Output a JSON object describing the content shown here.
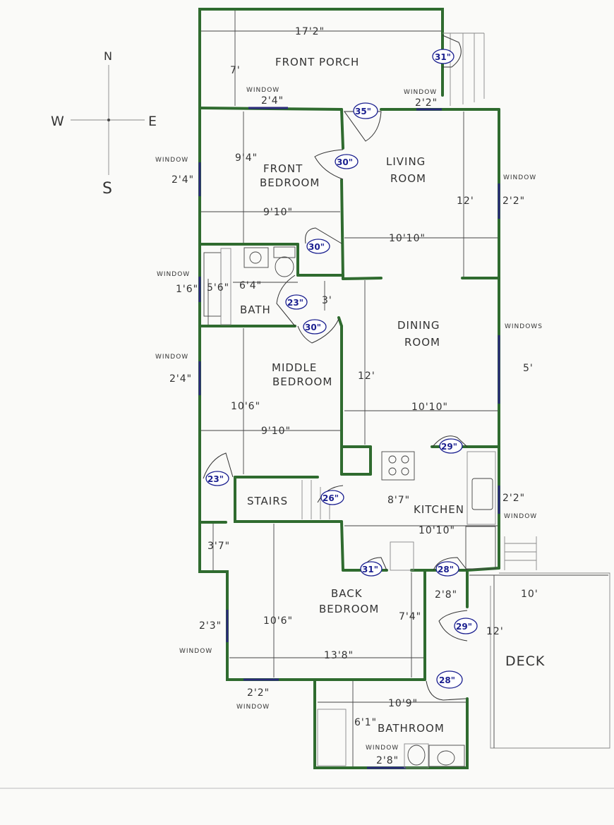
{
  "compass": {
    "n": "N",
    "s": "S",
    "e": "E",
    "w": "W"
  },
  "rooms": {
    "front_porch": "FRONT PORCH",
    "front_bedroom_1": "FRONT",
    "front_bedroom_2": "BEDROOM",
    "living_1": "LIVING",
    "living_2": "ROOM",
    "bath": "BATH",
    "dining_1": "DINING",
    "dining_2": "ROOM",
    "middle_bedroom_1": "MIDDLE",
    "middle_bedroom_2": "BEDROOM",
    "stairs": "STAIRS",
    "kitchen": "KITCHEN",
    "back_bedroom_1": "BACK",
    "back_bedroom_2": "BEDROOM",
    "deck": "DECK",
    "bathroom": "BATHROOM"
  },
  "dimensions": {
    "porch_width": "17'2\"",
    "porch_depth": "7'",
    "fb_height": "9'4\"",
    "fb_width": "9'10\"",
    "living_width": "10'10\"",
    "living_height": "12'",
    "bath_width": "6'4\"",
    "bath_height": "5'6\"",
    "hall_3": "3'",
    "dining_width": "10'10\"",
    "dining_height": "12'",
    "mb_height": "10'6\"",
    "mb_width": "9'10\"",
    "kitchen_width": "8'7\"",
    "kitchen_lower": "10'10\"",
    "bb_notch": "3'7\"",
    "bb_height": "10'6\"",
    "bb_right": "7'4\"",
    "bb_width": "13'8\"",
    "deck_width": "10'",
    "deck_height": "12'",
    "closet_2_8": "2'8\"",
    "bathroom_width": "10'9\"",
    "bathroom_height": "6'1\""
  },
  "windows": {
    "porch_left": {
      "label": "WINDOW",
      "size": "2'4\""
    },
    "porch_right": {
      "label": "WINDOW",
      "size": "2'2\""
    },
    "fb_west": {
      "label": "WINDOW",
      "size": "2'4\""
    },
    "living_east": {
      "label": "WINDOW",
      "size": "2'2\""
    },
    "bath_west": {
      "label": "WINDOW",
      "size": "1'6\""
    },
    "dining_east": {
      "label": "WINDOWS",
      "size": "5'"
    },
    "mb_west": {
      "label": "WINDOW",
      "size": "2'4\""
    },
    "kitchen_east": {
      "label": "WINDOW",
      "size": "2'2\""
    },
    "bb_west": {
      "label": "WINDOW",
      "size": "2'3\""
    },
    "bb_south": {
      "label": "WINDOW",
      "size": "2'2\""
    },
    "bathroom_south": {
      "label": "WINDOW",
      "size": "2'8\""
    }
  },
  "doors": {
    "porch": "31\"",
    "front": "35\"",
    "fb_top": "30\"",
    "fb_bottom": "30\"",
    "bath": "23\"",
    "mb": "30\"",
    "kitchen_top": "29\"",
    "mb_closet": "23\"",
    "stairs": "26\"",
    "bb": "31\"",
    "kitchen_back": "28\"",
    "deck": "29\"",
    "bathroom": "28\""
  }
}
